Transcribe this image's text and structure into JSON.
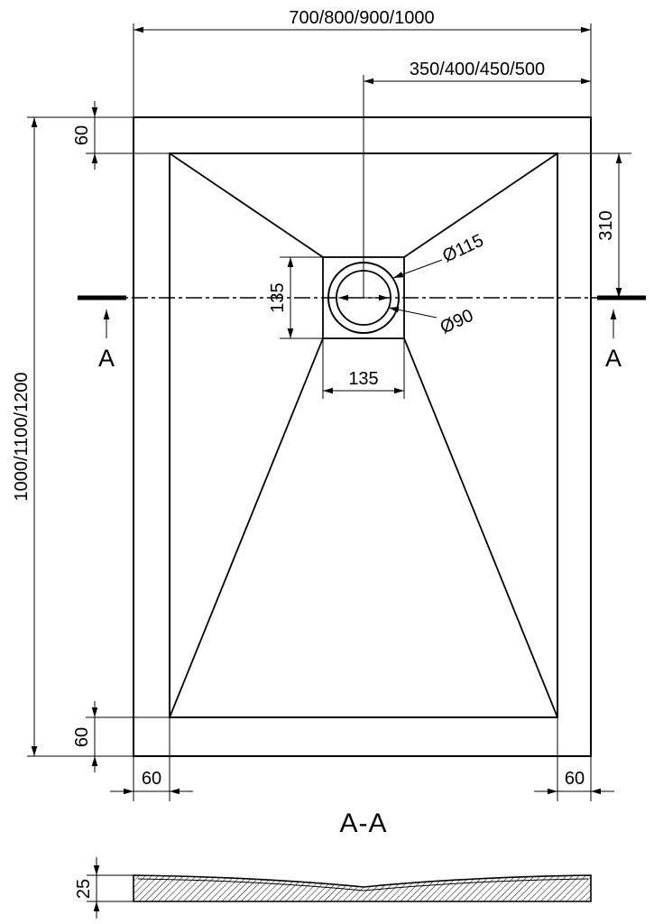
{
  "page": {
    "background": "#ffffff",
    "line_color": "#000000"
  },
  "plan": {
    "dim_overall_width": "700/800/900/1000",
    "dim_drain_offset": "350/400/450/500",
    "dim_overall_length": "1000/1100/1200",
    "dim_top_edge": "60",
    "dim_drain_to_top_edge": "310",
    "dim_drain_square_height": "135",
    "dim_drain_square_width": "135",
    "dim_drain_outer_diameter": "Ø115",
    "dim_drain_inner_diameter": "Ø90",
    "dim_bottom_edge": "60",
    "dim_bottom_left_edge": "60",
    "dim_bottom_right_edge": "60",
    "section_label_left": "A",
    "section_label_right": "A"
  },
  "section": {
    "title": "A-A",
    "dim_thickness": "25"
  }
}
